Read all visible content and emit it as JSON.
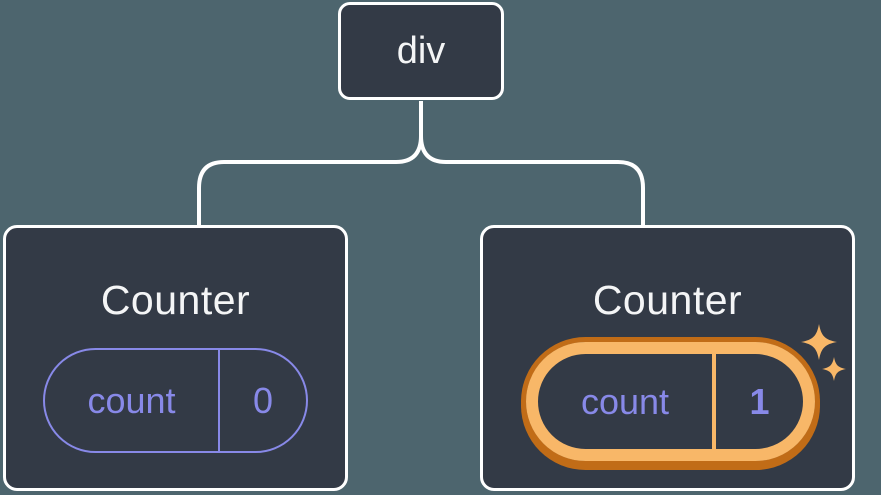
{
  "diagram": {
    "kind": "component-tree",
    "root_node": {
      "label": "div"
    },
    "nodes": [
      {
        "title": "Counter",
        "state_pill": {
          "label": "count",
          "value": "0"
        },
        "highlighted": false
      },
      {
        "title": "Counter",
        "state_pill": {
          "label": "count",
          "value": "1"
        },
        "highlighted": true
      }
    ]
  },
  "icons": {
    "sparkle_large": "sparkle-icon",
    "sparkle_small": "sparkle-icon"
  },
  "colors": {
    "background": "#4D656E",
    "card_fill": "#333A46",
    "card_border": "#FFFFFF",
    "connector_line": "#FFFFFF",
    "title_text": "#F4F5F6",
    "state_accent": "#8889E8",
    "highlight_light": "#F8B768",
    "highlight_dark": "#C16C17"
  }
}
